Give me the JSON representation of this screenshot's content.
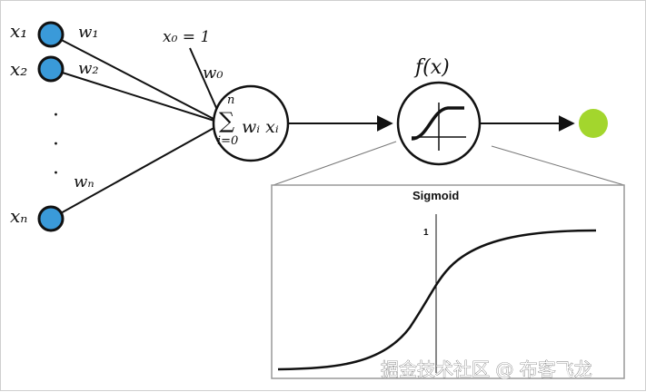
{
  "inputs": {
    "x1": "x₁",
    "x2": "x₂",
    "xn": "xₙ",
    "x0_eq": "x₀ = 1",
    "dots": "·"
  },
  "weights": {
    "w1": "w₁",
    "w2": "w₂",
    "wn": "wₙ",
    "w0": "w₀"
  },
  "summation": {
    "sigma": "∑",
    "upper": "n",
    "lower": "i=0",
    "term": "wᵢ xᵢ"
  },
  "activation": {
    "label": "f(x)"
  },
  "sigmoid_panel": {
    "title": "Sigmoid",
    "y_tick": "1"
  },
  "watermark": "掘金技术社区 @ 布客飞龙",
  "colors": {
    "input_node": "#3a9ad9",
    "output_node": "#a3d62d",
    "stroke": "#111111"
  }
}
